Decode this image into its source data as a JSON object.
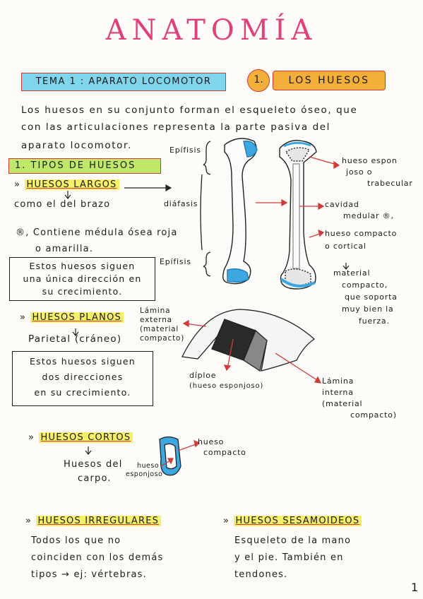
{
  "title": "ANATOMÍA",
  "tema": "TEMA 1 : APARATO LOCOMOTOR",
  "section": {
    "number": "1.",
    "label": "LOS HUESOS"
  },
  "intro": [
    "Los huesos en su conjunto forman el esqueleto óseo, que",
    "con las articulaciones representa la parte pasiva del",
    "aparato locomotor."
  ],
  "tipos_heading": "1. TIPOS DE HUESOS",
  "largos": {
    "heading": "HUESOS LARGOS",
    "example": "como el del brazo",
    "note_mark": "®, Contiene médula ósea roja",
    "note_cont": "o amarilla.",
    "box": [
      "Estos huesos siguen",
      "una única dirección en",
      "su crecimiento."
    ]
  },
  "long_bone_labels": {
    "epifisis_top": "Epífisis",
    "diafisis": "diáfasis",
    "epifisis_bottom": "Epífisis",
    "esponjoso": [
      "hueso espon",
      "joso o",
      "trabecular"
    ],
    "cavidad": [
      "cavidad",
      "medular ®,"
    ],
    "compacto": [
      "hueso compacto",
      "o cortical"
    ],
    "compacto_note": [
      "material",
      "compacto,",
      "que soporta",
      "muy bien la",
      "fuerza."
    ]
  },
  "planos": {
    "heading": "HUESOS PLANOS",
    "example": "Parietal (cráneo)",
    "box": [
      "Estos huesos siguen",
      "dos direcciones",
      "en su crecimiento."
    ],
    "lamina_externa": [
      "Lámina",
      "externa",
      "(material",
      "compacto)"
    ],
    "diploe": [
      "díploe",
      "(hueso esponjoso)"
    ],
    "lamina_interna": [
      "Lámina",
      "interna",
      "(material",
      "compacto)"
    ]
  },
  "cortos": {
    "heading": "HUESOS CORTOS",
    "example": [
      "Huesos del",
      "carpo."
    ],
    "label_compacto": [
      "hueso",
      "compacto"
    ],
    "label_esponjoso": [
      "hueso",
      "esponjoso"
    ]
  },
  "irregulares": {
    "heading": "HUESOS IRREGULARES",
    "text": [
      "Todos los que no",
      "coinciden con los demás",
      "tipos → ej: vértebras."
    ]
  },
  "sesamoideos": {
    "heading": "HUESOS SESAMOIDEOS",
    "text": [
      "Esqueleto de la mano",
      "y el pie. También en",
      "tendones."
    ]
  },
  "page_number": "1",
  "colors": {
    "pink": "#e0407a",
    "blue": "#7fd6ec",
    "orange": "#f2b03a",
    "green": "#bfe86a",
    "yellow": "#f6ef6a",
    "red": "#d23a3a"
  }
}
